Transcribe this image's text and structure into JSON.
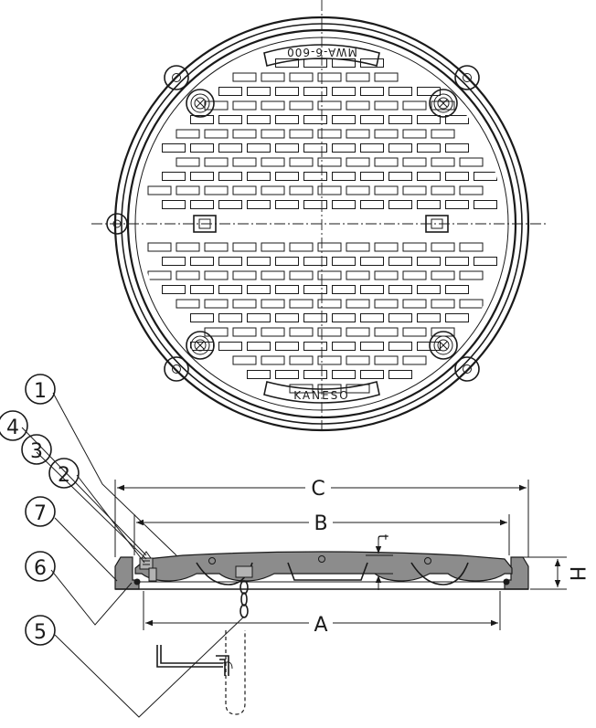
{
  "plate": {
    "top_marking": "MWA-6-600",
    "bottom_marking": "KANESO"
  },
  "dimensions": {
    "a": "A",
    "b": "B",
    "c": "C",
    "h": "H",
    "t": "t"
  },
  "callouts": [
    "1",
    "4",
    "3",
    "2",
    "7",
    "6",
    "5"
  ]
}
